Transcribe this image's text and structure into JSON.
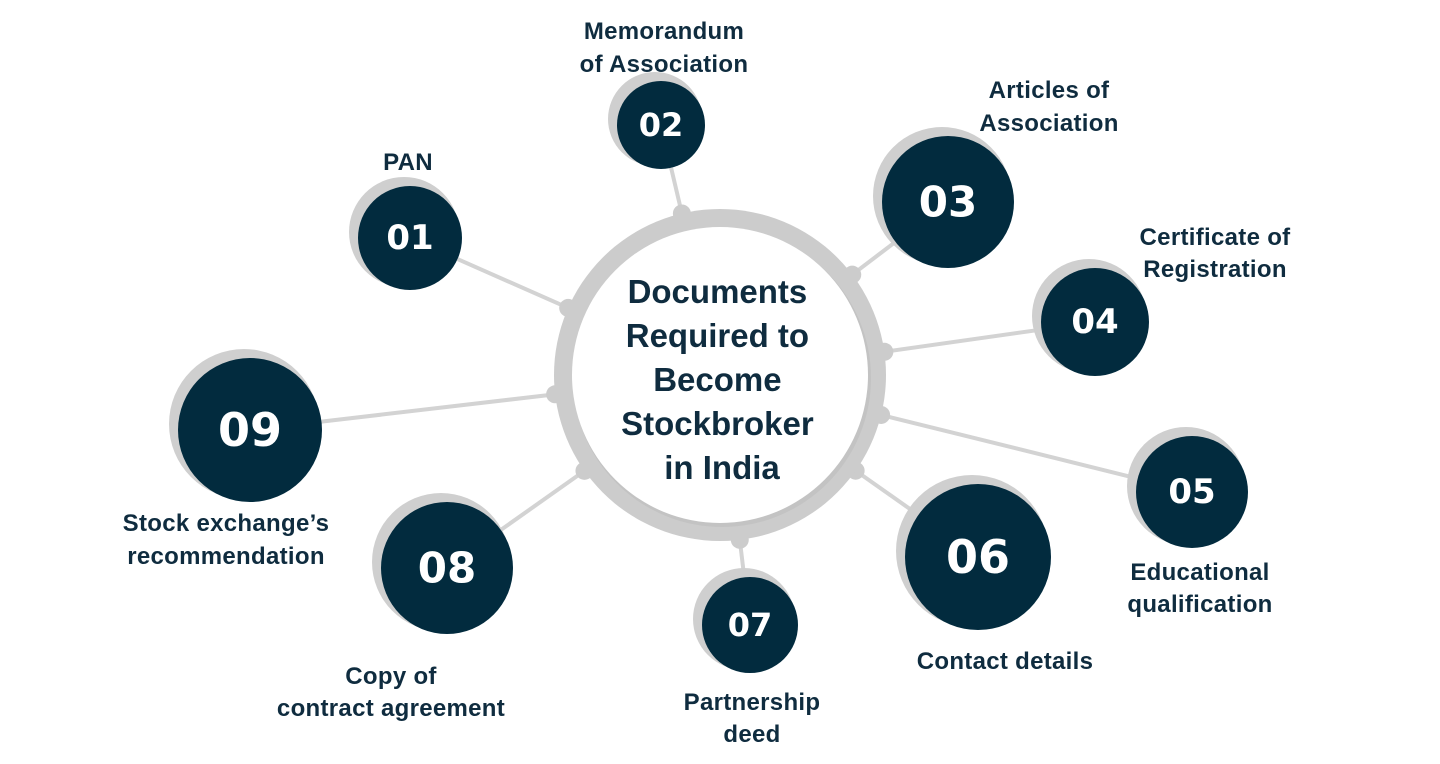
{
  "title": [
    "Documents",
    "Required to",
    "Become",
    "Stockbroker",
    "in India"
  ],
  "colors": {
    "node": "#022b3e",
    "ring": "#cccccc",
    "shadow": "#cfcfcf",
    "text": "#0f2c3f"
  },
  "nodes": [
    {
      "number": "01",
      "label": [
        "PAN"
      ]
    },
    {
      "number": "02",
      "label": [
        "Memorandum",
        "of Association"
      ]
    },
    {
      "number": "03",
      "label": [
        "Articles of",
        "Association"
      ]
    },
    {
      "number": "04",
      "label": [
        "Certificate of",
        "Registration"
      ]
    },
    {
      "number": "05",
      "label": [
        "Educational",
        "qualification"
      ]
    },
    {
      "number": "06",
      "label": [
        "Contact details"
      ]
    },
    {
      "number": "07",
      "label": [
        "Partnership",
        "deed"
      ]
    },
    {
      "number": "08",
      "label": [
        "Copy of",
        "contract agreement"
      ]
    },
    {
      "number": "09",
      "label": [
        "Stock exchange’s",
        "recommendation"
      ]
    }
  ]
}
